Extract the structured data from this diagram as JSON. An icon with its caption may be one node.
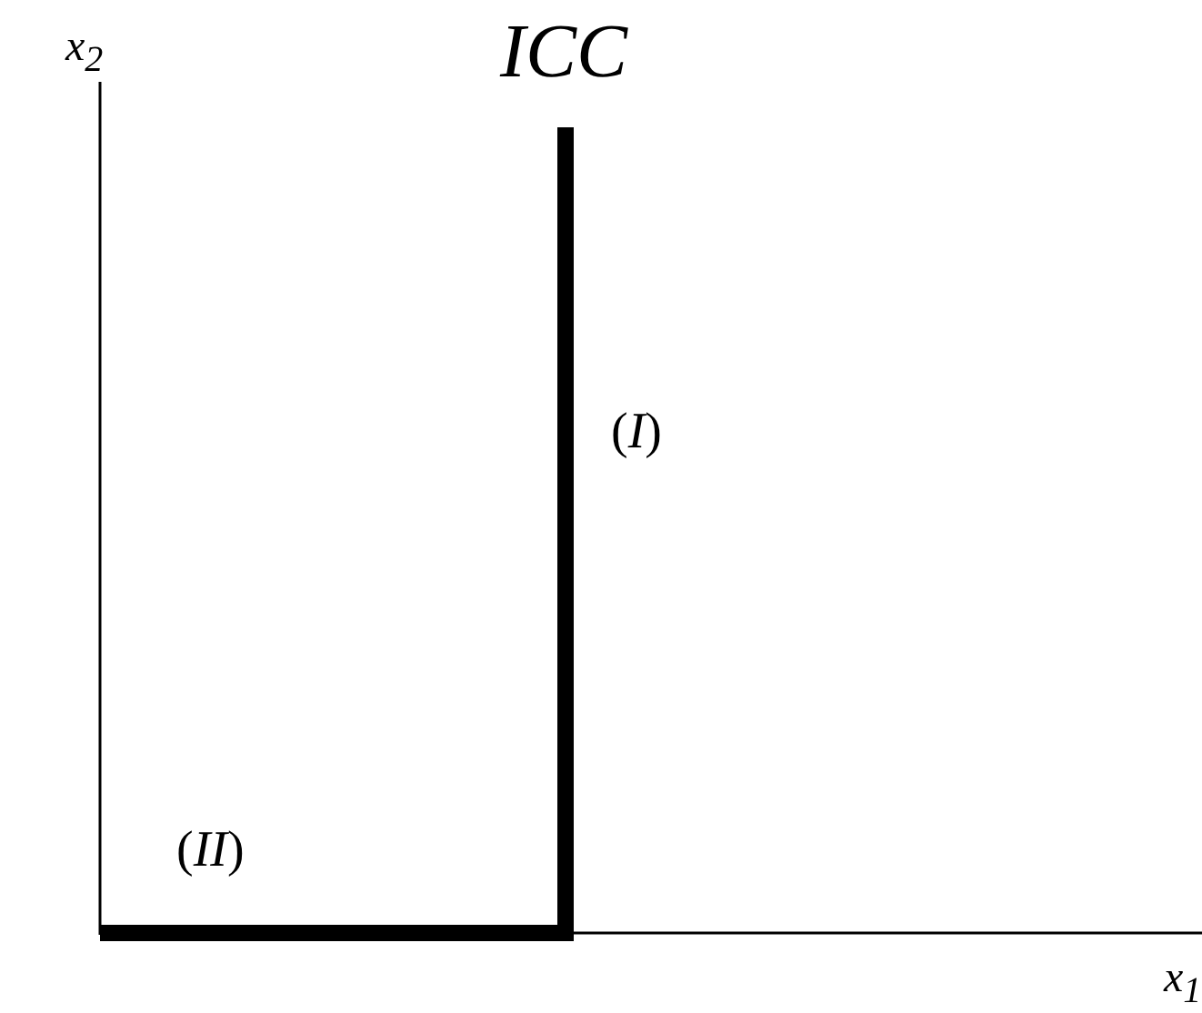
{
  "diagram": {
    "labels": [
      "x$_{2}$",
      "ICC",
      "(*I*)",
      "(*II*)",
      "x$_{1}$"
    ]
  }
}
